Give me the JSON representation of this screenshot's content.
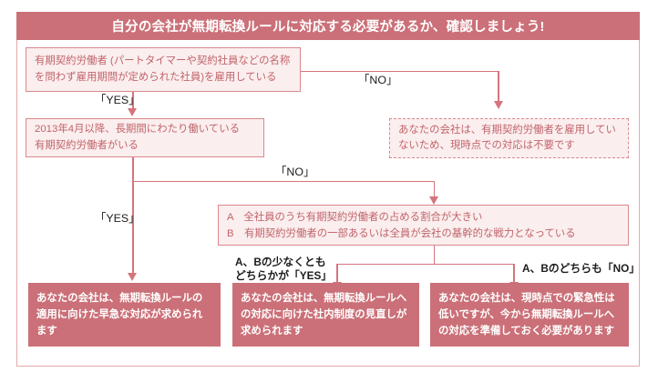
{
  "header": {
    "title": "自分の会社が無期転換ルールに対応する必要があるか、確認しましょう!"
  },
  "nodes": {
    "q1": {
      "id": "question-1",
      "style": "light",
      "text": "有期契約労働者 (パートタイマーや契約社員などの名称\nを問わず雇用期間が定められた社員)を雇用している"
    },
    "q2": {
      "id": "question-2",
      "style": "light",
      "text": "2013年4月以降、長期間にわたり働いている\n有期契約労働者がいる"
    },
    "q3": {
      "id": "question-3-ab",
      "style": "light",
      "line_a": "A　全社員のうち有期契約労働者の占める割合が大きい",
      "line_b": "B　有期契約労働者の一部あるいは全員が会社の基幹的な戦力となっている"
    },
    "outcome_none": {
      "id": "outcome-no-action",
      "style": "dashed",
      "text": "あなたの会社は、有期契約労働者を雇用してい\nないため、現時点での対応は不要です"
    },
    "outcome_urgent": {
      "id": "outcome-urgent",
      "style": "solid",
      "text": "あなたの会社は、無期転換ルールの\n適用に向けた早急な対応が求められ\nます"
    },
    "outcome_review": {
      "id": "outcome-internal-review",
      "style": "solid",
      "text": "あなたの会社は、無期転換ルールへ\nの対応に向けた社内制度の見直しが\n求められます"
    },
    "outcome_prepare": {
      "id": "outcome-prepare",
      "style": "solid",
      "text": "あなたの会社は、現時点での緊急性は\n低いですが、今から無期転換ルールへ\nの対応を準備しておく必要があります"
    }
  },
  "edges": {
    "q1_yes": "「YES」",
    "q1_no": "「NO」",
    "q2_yes": "「YES」",
    "q2_no": "「NO」",
    "q3_yes": "A、Bの少なくとも\nどちらかが「YES」",
    "q3_no": "A、Bのどちらも「NO」"
  },
  "colors": {
    "accent": "#cb7078",
    "line": "#d4757c",
    "light_fill": "#fbeeee",
    "light_border": "#d9898d",
    "light_text": "#c0656c",
    "frame_border": "#e4a8a8",
    "label_text": "#1c1c1c"
  }
}
